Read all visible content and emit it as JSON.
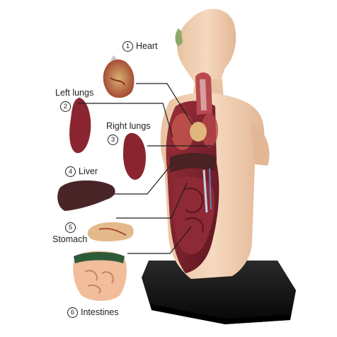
{
  "labels": {
    "heart": {
      "number": "1",
      "text": "Heart"
    },
    "left_lungs": {
      "number": "2",
      "text": "Left lungs"
    },
    "right_lungs": {
      "number": "3",
      "text": "Right  lungs"
    },
    "liver": {
      "number": "4",
      "text": "Liver"
    },
    "stomach": {
      "number": "5",
      "text": "Stomach"
    },
    "intestines": {
      "number": "6",
      "text": "Intestines"
    }
  },
  "colors": {
    "skin": "#f0cfb2",
    "organ": "#7a1f2b",
    "liver": "#4a2528",
    "base": "#111111"
  }
}
